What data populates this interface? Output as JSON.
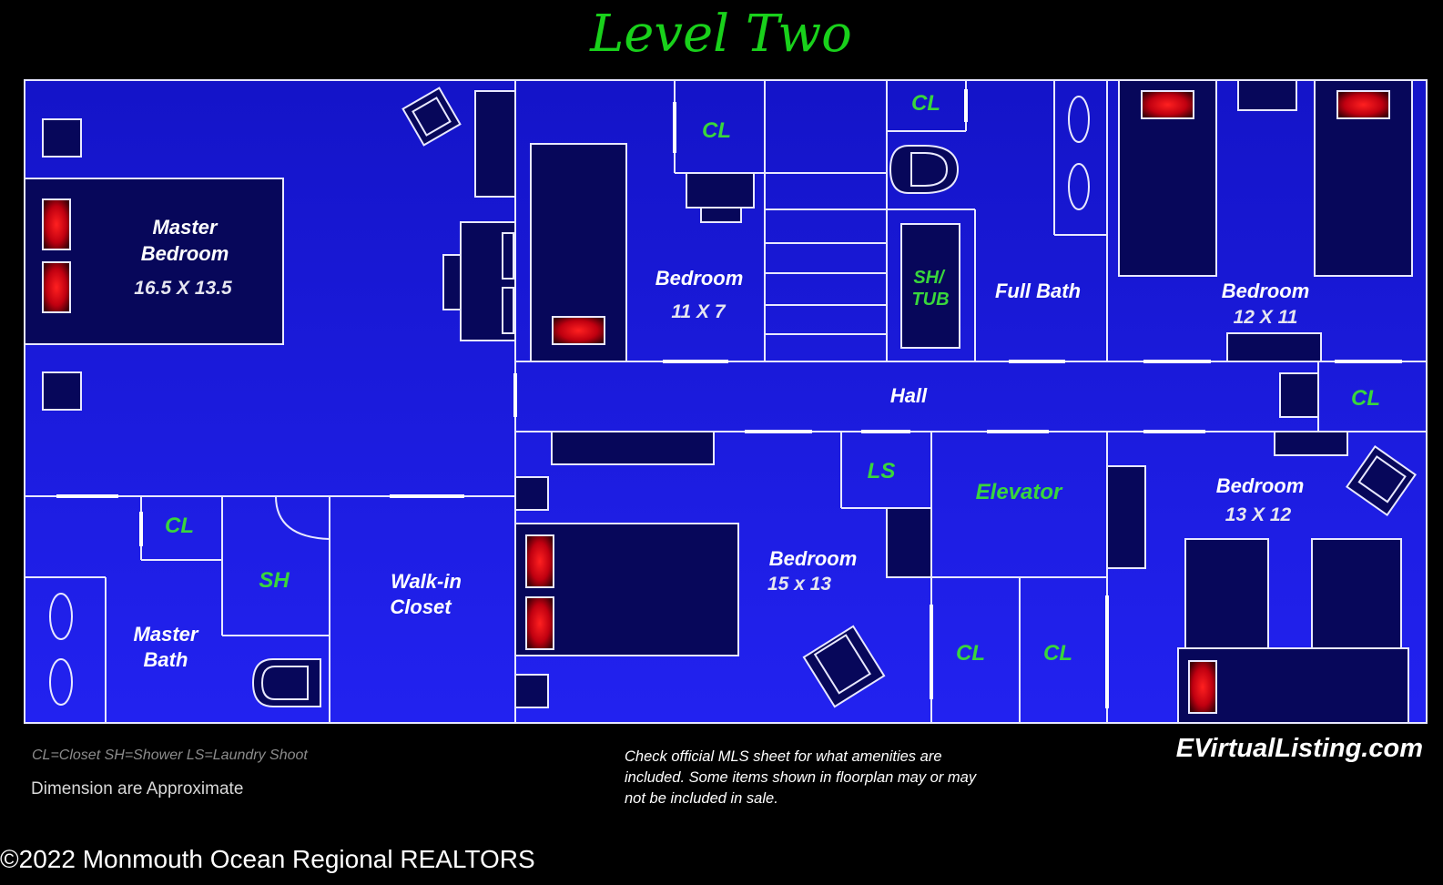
{
  "title": "Level Two",
  "rooms": {
    "master_bedroom": {
      "line1": "Master",
      "line2": "Bedroom",
      "dim": "16.5 X 13.5"
    },
    "bedroom_a": {
      "name": "Bedroom",
      "dim": "11 X 7"
    },
    "bedroom_b": {
      "name": "Bedroom",
      "dim": "12 X 11"
    },
    "bedroom_c": {
      "name": "Bedroom",
      "dim": "15 x 13"
    },
    "bedroom_d": {
      "name": "Bedroom",
      "dim": "13 X 12"
    },
    "full_bath": "Full Bath",
    "hall": "Hall",
    "master_bath": {
      "line1": "Master",
      "line2": "Bath"
    },
    "walk_in": {
      "line1": "Walk-in",
      "line2": "Closet"
    }
  },
  "fixtures": {
    "cl": "CL",
    "sh": "SH",
    "ls": "LS",
    "elevator": "Elevator",
    "shtub_line1": "SH/",
    "shtub_line2": "TUB"
  },
  "footer": {
    "legend": "CL=Closet  SH=Shower LS=Laundry Shoot",
    "approx": "Dimension are Approximate",
    "note": "Check official MLS sheet for what amenities are included. Some items shown in floorplan may or may not be included in sale.",
    "brand": "EVirtualListing.com",
    "copyright": "©2022 Monmouth Ocean Regional REALTORS"
  },
  "colors": {
    "background": "#000000",
    "room_fill": "#1a1ae6",
    "furniture_fill": "#07075a",
    "wall": "#e8e8ff",
    "pillow": "#e0101a",
    "fixture_label": "#39d63c"
  }
}
